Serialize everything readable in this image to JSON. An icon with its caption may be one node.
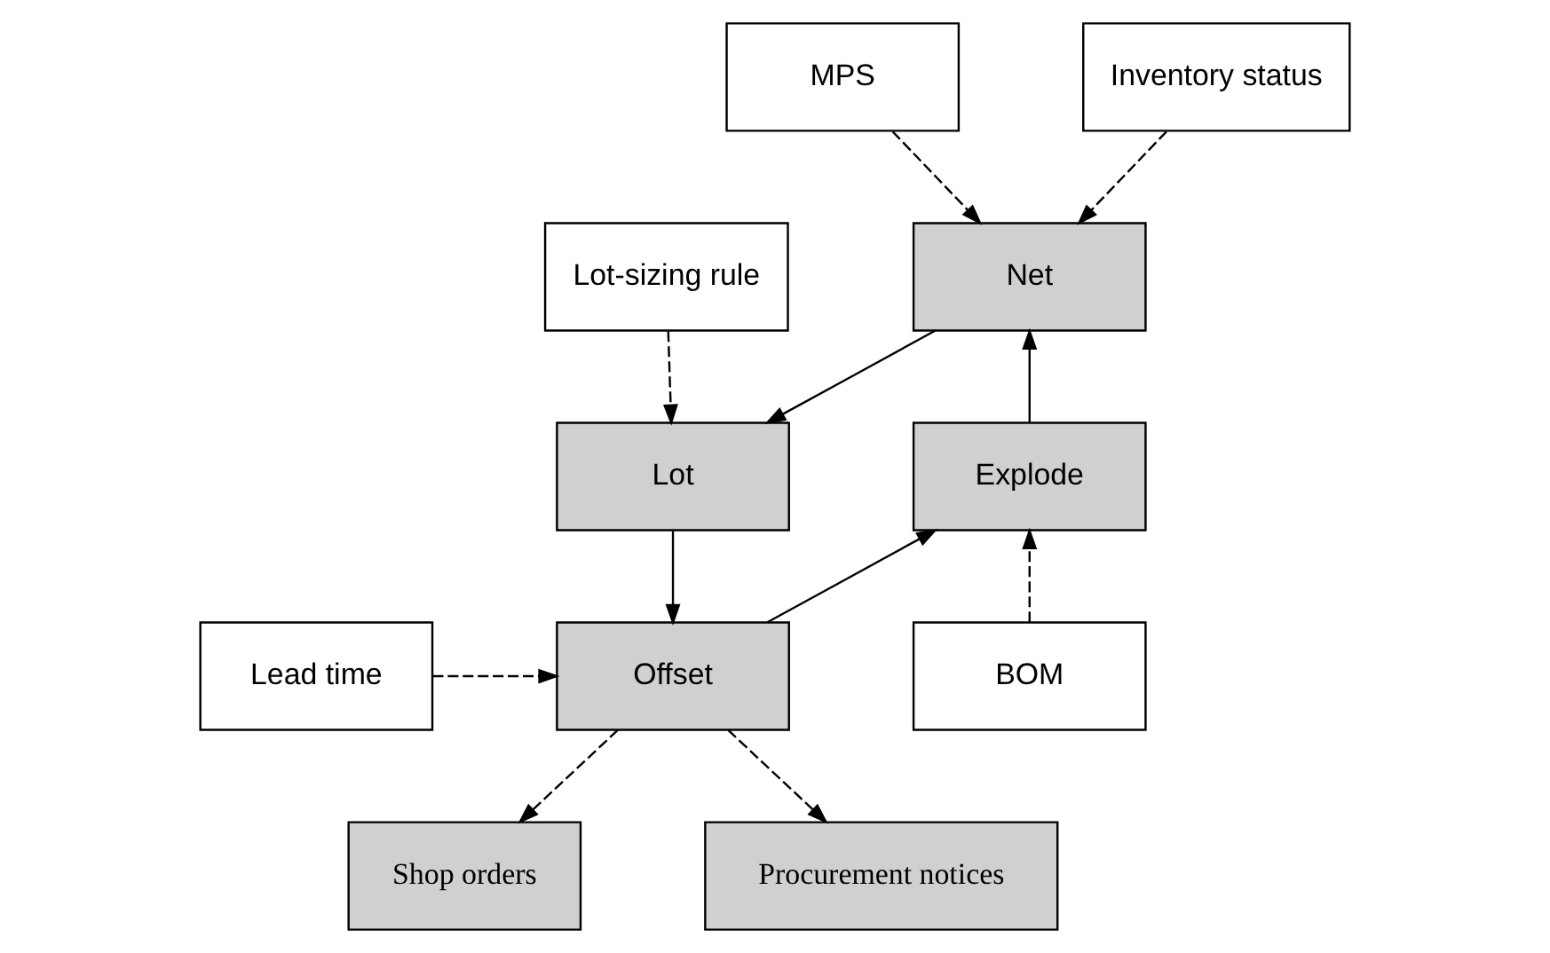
{
  "diagram": {
    "nodes": [
      {
        "text": [
          "MPS"
        ]
      },
      {
        "text": [
          "Inventory status"
        ]
      },
      {
        "text": [
          "Net"
        ]
      },
      {
        "text": [
          "Lot-sizing rule"
        ]
      },
      {
        "text": [
          "Explode"
        ]
      },
      {
        "text": [
          "Lot"
        ]
      },
      {
        "text": [
          "BOM"
        ]
      },
      {
        "text": [
          "Offset"
        ]
      },
      {
        "text": [
          "Lead time"
        ]
      },
      {
        "text": [
          "Shop orders"
        ]
      },
      {
        "text": [
          "Procurement notices"
        ]
      }
    ],
    "edges": [
      {
        "from": 0,
        "to": 2,
        "arrow": "to",
        "style": "dashed"
      },
      {
        "from": 1,
        "to": 2,
        "arrow": "to",
        "style": "dashed"
      },
      {
        "from": 4,
        "to": 2,
        "arrow": "to"
      },
      {
        "from": 2,
        "to": 5,
        "arrow": "to"
      },
      {
        "from": 3,
        "to": 5,
        "arrow": "to",
        "style": "dashed"
      },
      {
        "from": 5,
        "to": 7,
        "arrow": "to"
      },
      {
        "from": 7,
        "to": 4,
        "arrow": "to"
      },
      {
        "from": 6,
        "to": 4,
        "arrow": "to",
        "style": "dashed"
      },
      {
        "from": 8,
        "to": 7,
        "arrow": "to",
        "style": "dashed"
      },
      {
        "from": 7,
        "to": 9,
        "arrow": "to",
        "style": "dashed"
      },
      {
        "from": 7,
        "to": 10,
        "arrow": "to",
        "style": "dashed"
      }
    ]
  }
}
